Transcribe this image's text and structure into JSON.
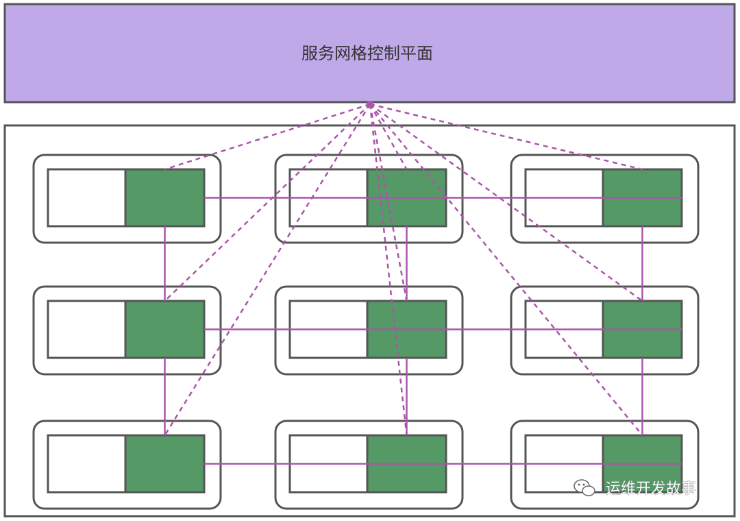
{
  "control_plane": {
    "label": "服务网格控制平面",
    "fill_color": "#bfa9e9"
  },
  "data_plane": {
    "rows": 3,
    "cols": 3,
    "proxy_color": "#559966",
    "service_color": "#ffffff",
    "mesh_link_color": "#aa55aa",
    "control_link_color": "#aa55aa"
  },
  "watermark": {
    "text": "运维开发故事",
    "icon": "wechat-icon"
  }
}
